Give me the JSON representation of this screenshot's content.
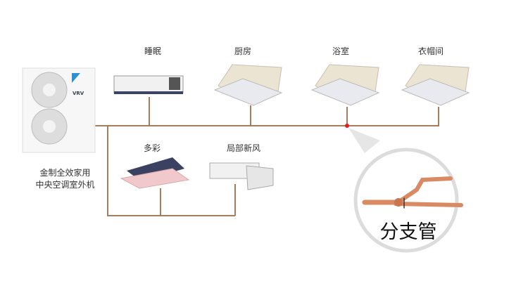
{
  "outdoor_unit": {
    "label_line1": "金制全效家用",
    "label_line2": "中央空调室外机",
    "brand": "VRV"
  },
  "indoor_units_top": [
    {
      "label": "睡眠",
      "type": "duct"
    },
    {
      "label": "厨房",
      "type": "cassette"
    },
    {
      "label": "浴室",
      "type": "cassette"
    },
    {
      "label": "衣帽间",
      "type": "cassette"
    }
  ],
  "indoor_units_bottom": [
    {
      "label": "多彩",
      "type": "colored-cassette"
    },
    {
      "label": "局部新风",
      "type": "fresh-air"
    }
  ],
  "branch_pipe": {
    "label": "分支管"
  },
  "colors": {
    "pipe": "#a57c5d",
    "joint": "#e02020",
    "copper": "#d98a62"
  }
}
